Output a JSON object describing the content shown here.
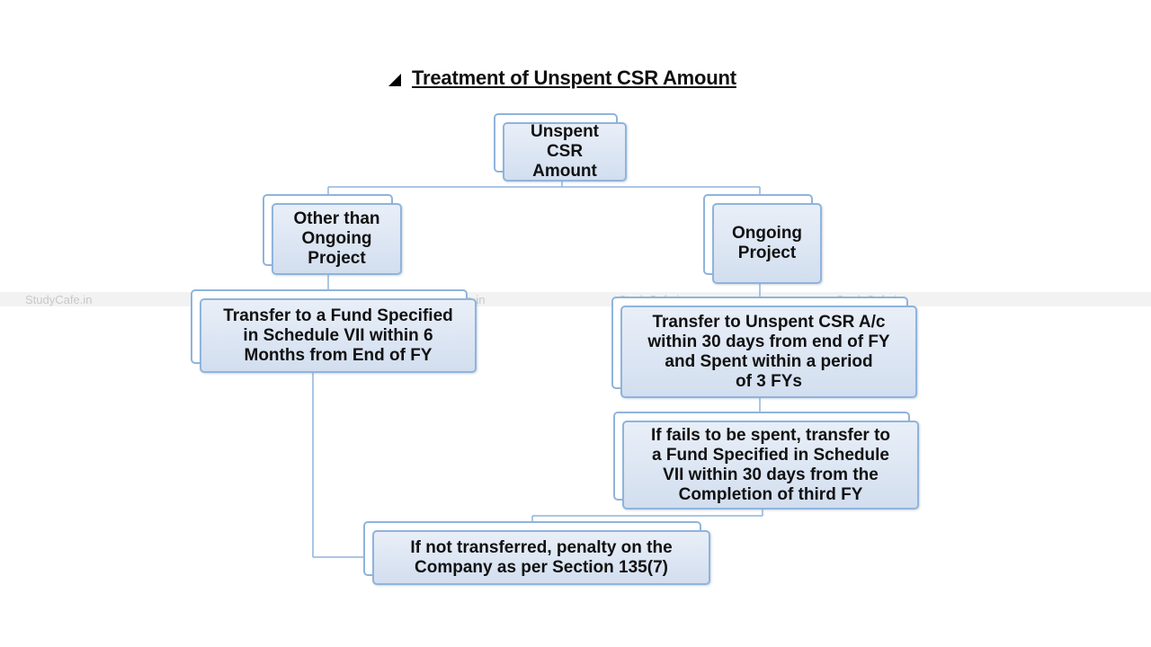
{
  "title": "Treatment of Unspent CSR Amount",
  "watermark": "StudyCafe.in",
  "nodes": {
    "root": "Unspent\nCSR\nAmount",
    "other": "Other than\nOngoing\nProject",
    "ongoing": "Ongoing\nProject",
    "transfer_fund": "Transfer to a Fund Specified\nin Schedule VII within 6\nMonths from End of FY",
    "transfer_unspent": "Transfer to Unspent CSR A/c\nwithin 30 days from end of FY\nand Spent within a period\nof 3 FYs",
    "fails": "If fails to be spent, transfer to\na Fund Specified in Schedule\nVII within 30 days from the\nCompletion of third FY",
    "penalty": "If not transferred, penalty on the\nCompany as per Section 135(7)"
  },
  "colors": {
    "box_border": "#8fb4dc",
    "box_fill": "#dce6f2",
    "connector": "#8fb4dc",
    "title": "#111111"
  }
}
